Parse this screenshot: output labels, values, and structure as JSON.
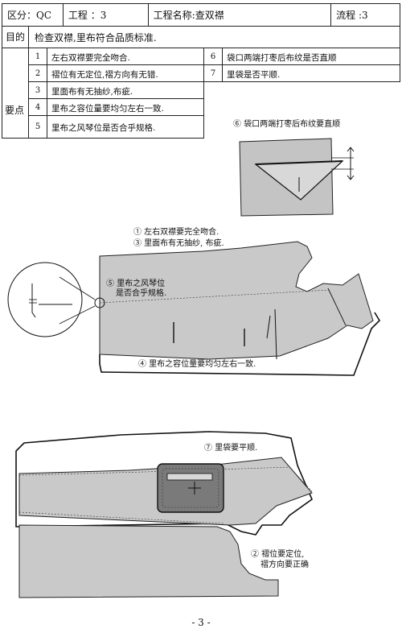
{
  "header": {
    "division": "区分：QC",
    "process": "工程 ：3",
    "process_name": "工程名称:查双襟",
    "flow": "流程 :3"
  },
  "purpose": {
    "label": "目的",
    "text": "检查双襟,里布符合品质标准."
  },
  "key_points": {
    "label": "要点",
    "items": [
      {
        "no": "1",
        "text": "左右双襟要完全吻合."
      },
      {
        "no": "2",
        "text": "褶位有无定位,褶方向有无错."
      },
      {
        "no": "3",
        "text": "里面布有无抽纱,布疵."
      },
      {
        "no": "4",
        "text": "里布之容位量要均匀左右一致."
      },
      {
        "no": "5",
        "text": "里布之风琴位是否合乎规格."
      },
      {
        "no": "6",
        "text": "袋口两端打枣后布纹是否直顺"
      },
      {
        "no": "7",
        "text": "里袋是否平顺."
      }
    ]
  },
  "annotations": {
    "a6": "⑥ 袋口两端打枣后布纹要直顺",
    "a1": "① 左右双襟要完全吻合.",
    "a3": "③ 里面布有无抽纱, 布疵.",
    "a5_line1": "⑤ 里布之风琴位",
    "a5_line2": "是否合乎规格.",
    "a4": "④ 里布之容位量要均匀左右一致.",
    "a7": "⑦ 里袋要平顺.",
    "a2_line1": "② 褶位要定位,",
    "a2_line2": "褶方向要正确"
  },
  "page_number": "- 3 -",
  "colors": {
    "ink": "#111111",
    "fabric": "#c9c9c9",
    "fabric_dark": "#a9a9a9",
    "pocket": "#7a7a7a"
  }
}
